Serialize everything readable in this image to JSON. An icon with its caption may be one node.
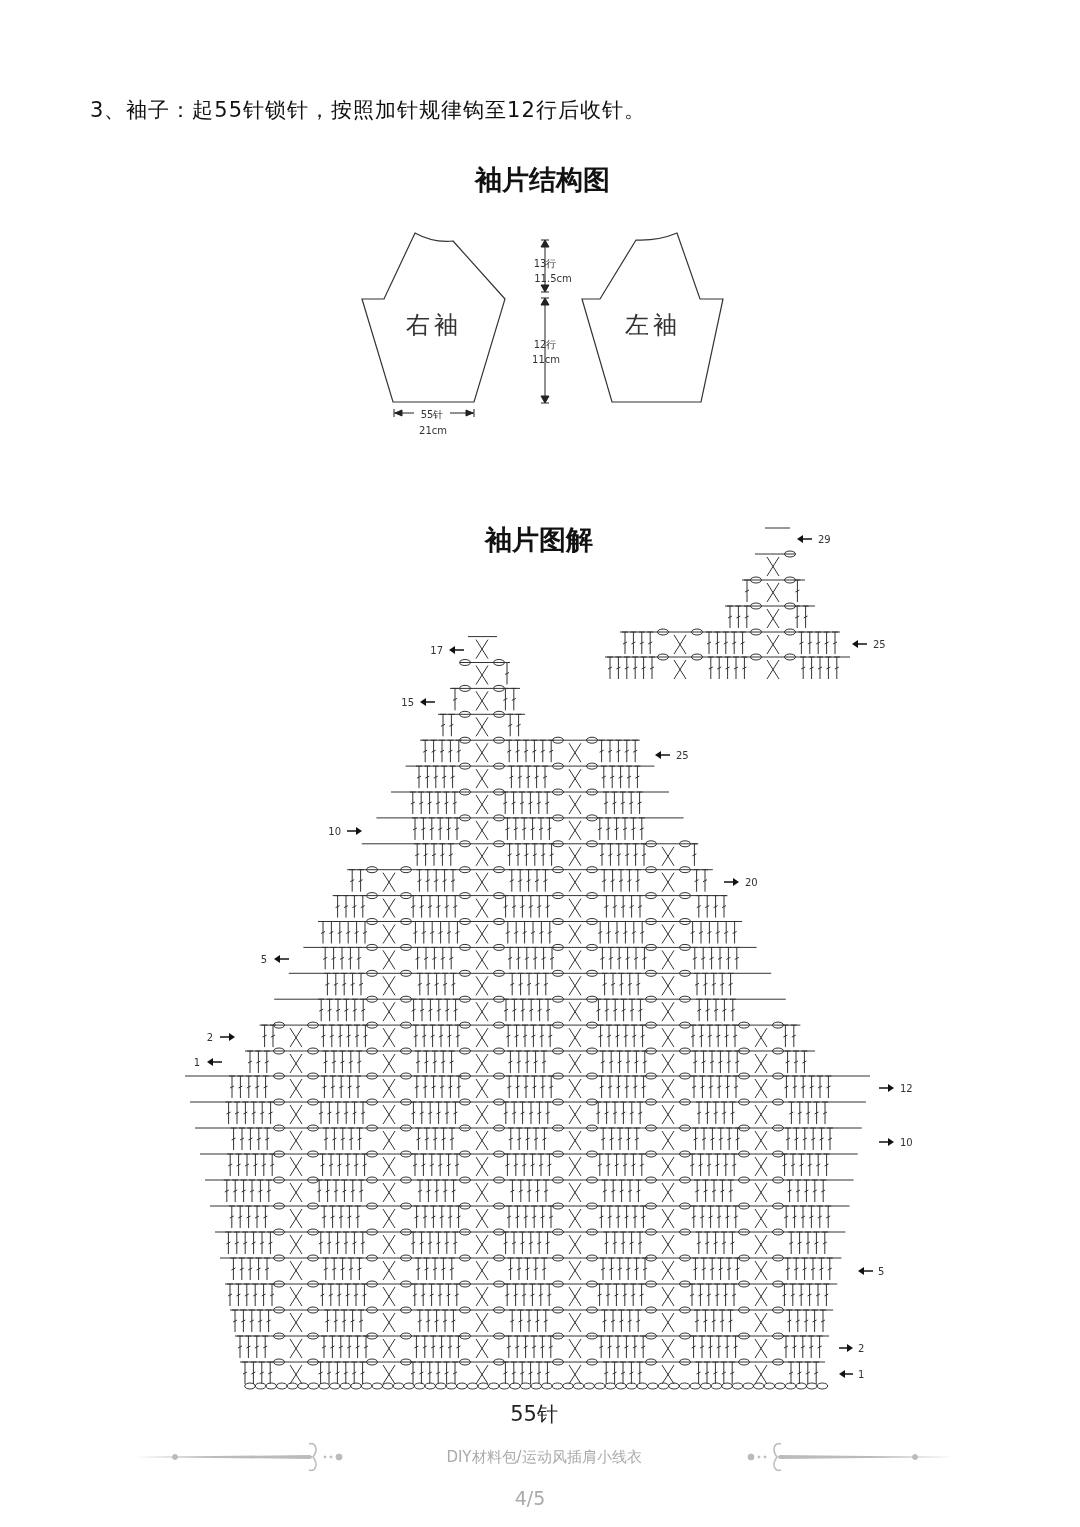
{
  "diagram": {
    "title": "3、袖子：起55针锁针，按照加针规律钩至12行后收针。",
    "nodes": [
      {
        "text": [
          "右袖"
        ]
      },
      {
        "text": [
          "左袖"
        ]
      }
    ],
    "edges": [],
    "labels": [
      "袖片结构图",
      "13行",
      "11.5cm",
      "12行",
      "11cm",
      "55针",
      "21cm",
      "袖片图解",
      "29",
      "17",
      "25",
      "15",
      "25",
      "10",
      "20",
      "5",
      "2",
      "1",
      "12",
      "10",
      "5",
      "2",
      "1",
      "55针",
      "DIY材料包/运动风插肩小线衣",
      "4/5"
    ]
  }
}
